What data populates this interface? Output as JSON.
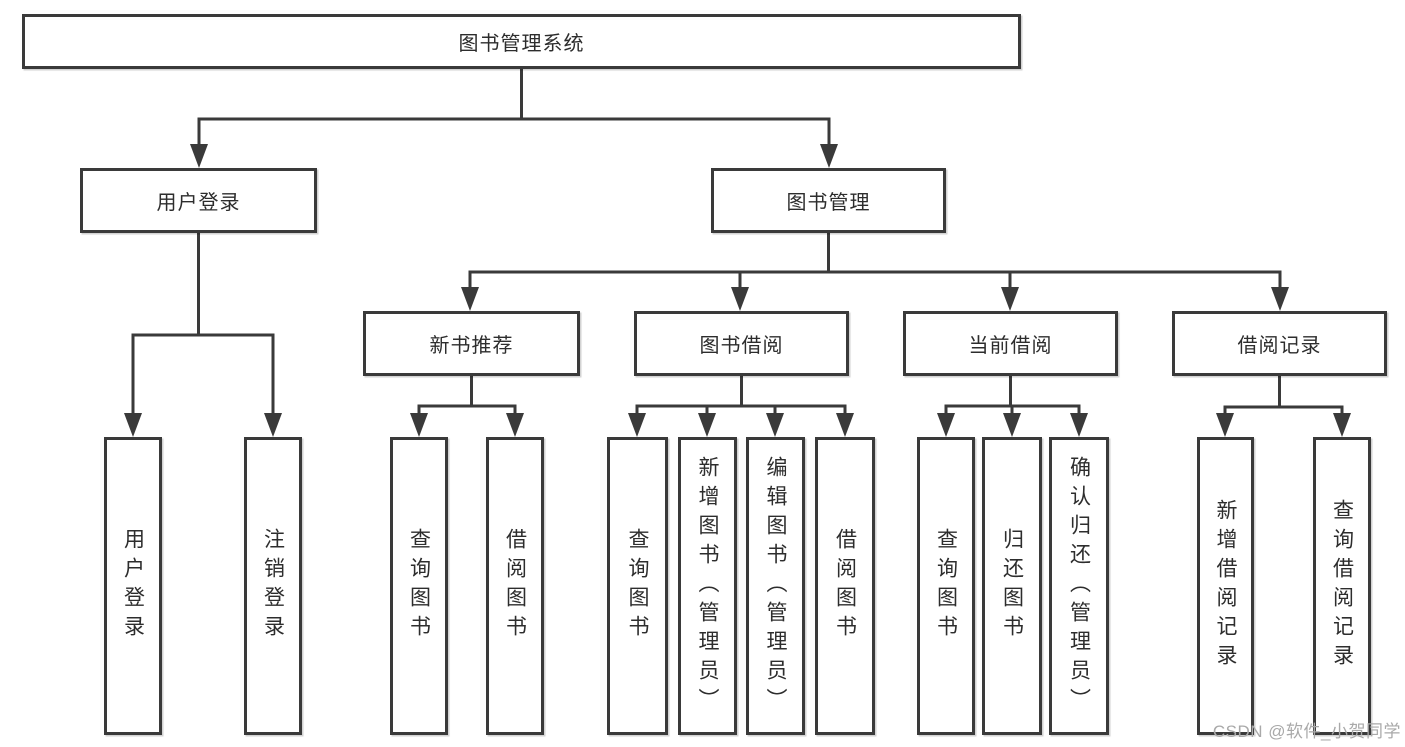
{
  "colors": {
    "line": "#3a3a3a",
    "box_border": "#3a3a3a",
    "text": "#2d2d2d",
    "watermark": "#a9a9a9",
    "background": "#ffffff"
  },
  "root": {
    "label": "图书管理系统"
  },
  "branches": [
    {
      "label": "用户登录",
      "children": [
        {
          "label": "用户登录"
        },
        {
          "label": "注销登录"
        }
      ]
    },
    {
      "label": "图书管理",
      "children": [
        {
          "label": "新书推荐",
          "children": [
            {
              "label": "查询图书"
            },
            {
              "label": "借阅图书"
            }
          ]
        },
        {
          "label": "图书借阅",
          "children": [
            {
              "label": "查询图书"
            },
            {
              "label": "新增图书（管理员）"
            },
            {
              "label": "编辑图书（管理员）"
            },
            {
              "label": "借阅图书"
            }
          ]
        },
        {
          "label": "当前借阅",
          "children": [
            {
              "label": "查询图书"
            },
            {
              "label": "归还图书"
            },
            {
              "label": "确认归还（管理员）"
            }
          ]
        },
        {
          "label": "借阅记录",
          "children": [
            {
              "label": "新增借阅记录"
            },
            {
              "label": "查询借阅记录"
            }
          ]
        }
      ]
    }
  ],
  "watermark": {
    "text": "CSDN @软件_小贺同学"
  }
}
